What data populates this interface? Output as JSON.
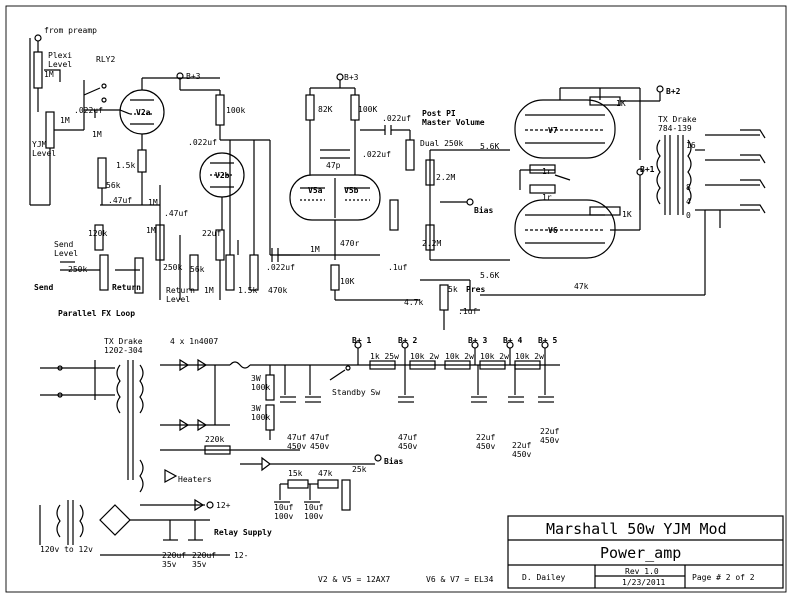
{
  "labels": {
    "from_preamp": "from preamp",
    "plexi_level": "Plexi\nLevel",
    "plexi_pot": "1M",
    "rly2": "RLY2",
    "yjm_level": "YJM\nLevel",
    "yjm_pot": "1M",
    "c_022_1": ".022uf",
    "r_1m_1": "1M",
    "r_1k5": "1.5k",
    "r_56k_1": "56k",
    "v2a": "V2a",
    "v2b": "V2b",
    "r_100k_1": "100k",
    "c_022_2": ".022uf",
    "c_47_1": ".47uf",
    "c_47_2": ".47uf",
    "r_1m_2": "1M",
    "r_1m_3": "1M",
    "r_120k": "120k",
    "send_level": "Send\nLevel",
    "send_pot": "250k",
    "send": "Send",
    "return": "Return",
    "return_level": "Return\nLevel",
    "return_pot": "250k",
    "r_56k_2": "56k",
    "c_22uf": "22uf",
    "r_1m_4": "1M",
    "r_1k5_2": "1.5k",
    "r_470k": "470k",
    "parallel_fx": "Parallel FX Loop",
    "c_022_3": ".022uf",
    "r_1m_5": "1M",
    "b3_top": "B+3",
    "b3_mid": "B+3",
    "r_82k": "82K",
    "r_100k_2": "100K",
    "c_47p": "47p",
    "c_022_4": ".022uf",
    "c_022_5": ".022uf",
    "v5a": "V5a",
    "v5b": "V5b",
    "r_470r": "470r",
    "r_10k_1": "10K",
    "c_1uf_1": ".1uf",
    "post_pi": "Post PI\nMaster Volume",
    "dual_pot": "Dual 250k",
    "r_2m2_1": "2.2M",
    "r_2m2_2": "2.2M",
    "bias_top": "Bias",
    "r_5k6_1": "5.6K",
    "r_5k6_2": "5.6K",
    "r_4k7": "4.7k",
    "pres_pot": "5k",
    "pres": "Pres",
    "c_1uf_2": ".1uf",
    "r_47k": "47k",
    "v7": "V7",
    "v6": "V6",
    "r_1k_a": "1K",
    "r_1k_b": "1K",
    "r_1r_a": "1r",
    "r_1r_b": "1r",
    "b1": "B+1",
    "b2": "B+2",
    "tx_drake_out": "TX  Drake\n784-139",
    "tap_16": "16",
    "tap_8": "8",
    "tap_4": "4",
    "tap_0": "0",
    "tx_drake_pw": "TX Drake\n1202-304",
    "diodes": "4 x 1n4007",
    "r_3w_a": "3W\n100k",
    "r_3w_b": "3W\n100k",
    "standby": "Standby Sw",
    "bp1": "B+ 1",
    "bp2": "B+ 2",
    "bp3": "B+ 3",
    "bp4": "B+ 4",
    "bp5": "B+ 5",
    "r_1k_25w": "1k 25w",
    "r_10k_2w_1": "10k 2w",
    "r_10k_2w_2": "10k 2w",
    "r_10k_2w_3": "10k 2w",
    "r_10k_2w_4": "10k 2w",
    "c_47_450_1": "47uf\n450v",
    "c_47_450_2": "47uf\n450v",
    "c_47_450_3": "47uf\n450v",
    "c_22_450_1": "22uf\n450v",
    "c_22_450_2": "22uf\n450v",
    "c_22_450_3": "22uf\n450v",
    "r_220k": "220k",
    "heaters": "Heaters",
    "r_15k": "15k",
    "r_47k_2": "47k",
    "r_25k": "25k",
    "bias_bot": "Bias",
    "c_10_100_1": "10uf\n100v",
    "c_10_100_2": "10uf\n100v",
    "v12p": "12+",
    "relay_supply": "Relay Supply",
    "v12m": "12-",
    "v120": "120v to 12v",
    "c_220_1": "220uf\n35v",
    "c_220_2": "220uf\n35v",
    "tubes_note_1": "V2 & V5 = 12AX7",
    "tubes_note_2": "V6 & V7 = EL34"
  },
  "title_block": {
    "title": "Marshall 50w YJM Mod",
    "subtitle": "Power_amp",
    "author": "D. Dailey",
    "rev": "Rev 1.0",
    "date": "1/23/2011",
    "page": "Page # 2 of 2"
  }
}
